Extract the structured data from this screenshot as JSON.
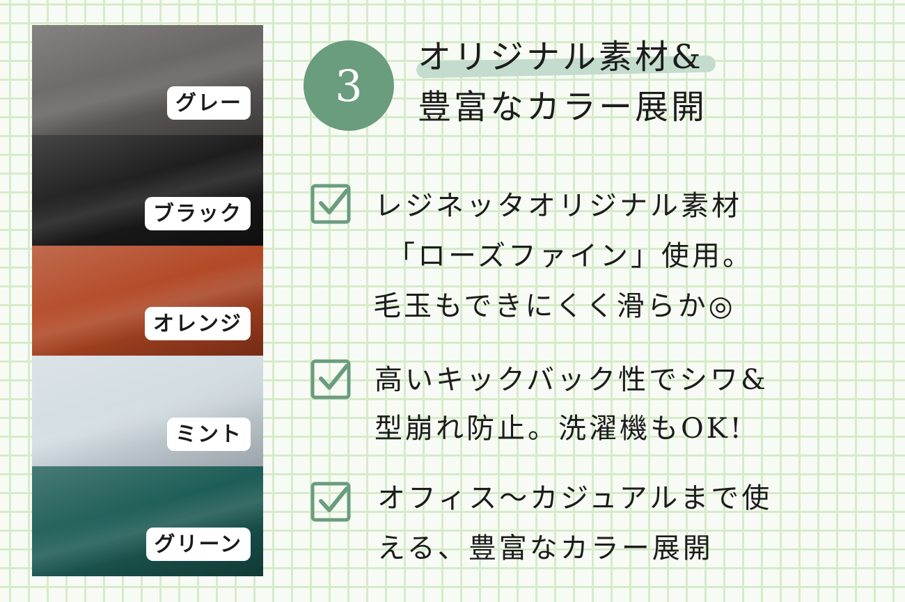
{
  "swatches": [
    {
      "label": "グレー",
      "color": "#6a6766",
      "color_dark": "#4a4746"
    },
    {
      "label": "ブラック",
      "color": "#1e1e1f",
      "color_dark": "#121213"
    },
    {
      "label": "オレンジ",
      "color": "#b34a28",
      "color_dark": "#8f3519"
    },
    {
      "label": "ミント",
      "color": "#d3dde2",
      "color_dark": "#bcc8cf"
    },
    {
      "label": "グリーン",
      "color": "#1f5e58",
      "color_dark": "#154641"
    }
  ],
  "badge": {
    "number": "3",
    "color": "#6a9c7e"
  },
  "title": {
    "line1": "オリジナル素材&",
    "line2": "豊富なカラー展開"
  },
  "features": [
    {
      "lines": [
        "レジネッタオリジナル素材",
        "「ローズファイン」使用。",
        "毛玉もできにくく滑らか◎"
      ]
    },
    {
      "lines": [
        "高いキックバック性でシワ&",
        "型崩れ防止。洗濯機もOK!"
      ]
    },
    {
      "lines": [
        "オフィス〜カジュアルまで使",
        "える、豊富なカラー展開"
      ]
    }
  ],
  "colors": {
    "accent": "#6a9c7e",
    "grid": "#d6ebc9",
    "highlight": "#c3dccd"
  }
}
